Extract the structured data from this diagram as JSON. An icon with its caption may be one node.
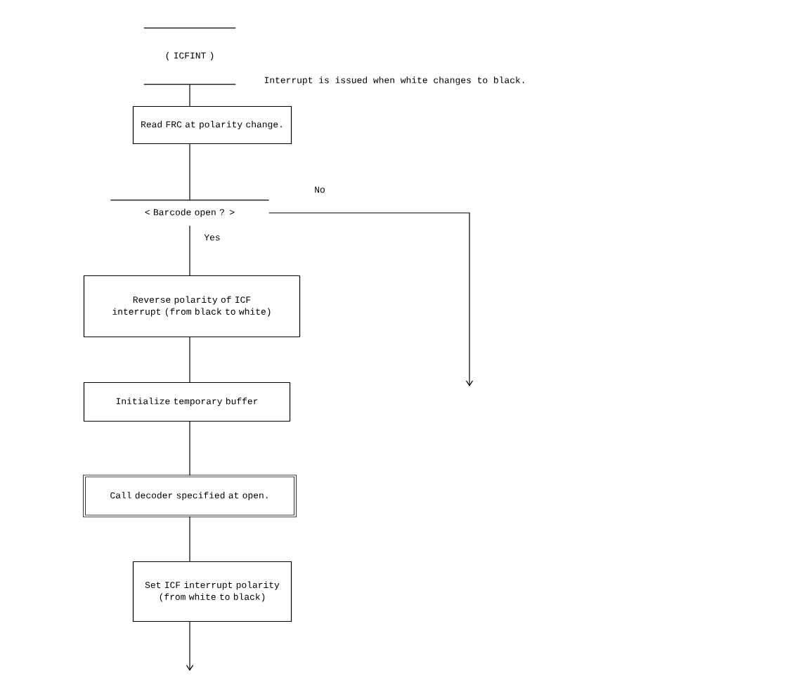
{
  "diagram": {
    "nodes": [
      {
        "text": [
          "( ICFINT )"
        ]
      },
      {
        "text": [
          "Read FRC at polarity change."
        ]
      },
      {
        "text": [
          "< Barcode open ? >"
        ]
      },
      {
        "text": [
          "Reverse polarity of ICF interrupt (from black to white)"
        ]
      },
      {
        "text": [
          "Initialize temporary buffer"
        ]
      },
      {
        "text": [
          "Call decoder specified at open."
        ]
      },
      {
        "text": [
          "Set ICF interrupt polarity (from white to black)"
        ]
      }
    ],
    "edges": [
      {
        "from": 0,
        "to": 1,
        "arrow": "none"
      },
      {
        "from": 1,
        "to": 2,
        "arrow": "none"
      },
      {
        "from": 2,
        "to": null,
        "arrow": "to",
        "label": "No"
      },
      {
        "from": 2,
        "to": 3,
        "arrow": "none",
        "label": "Yes"
      },
      {
        "from": 3,
        "to": 4,
        "arrow": "none"
      },
      {
        "from": 4,
        "to": 5,
        "arrow": "none"
      },
      {
        "from": 5,
        "to": 6,
        "arrow": "none"
      },
      {
        "from": 6,
        "to": null,
        "arrow": "to"
      }
    ],
    "labels": [
      "Interrupt is issued when white changes to black."
    ]
  }
}
